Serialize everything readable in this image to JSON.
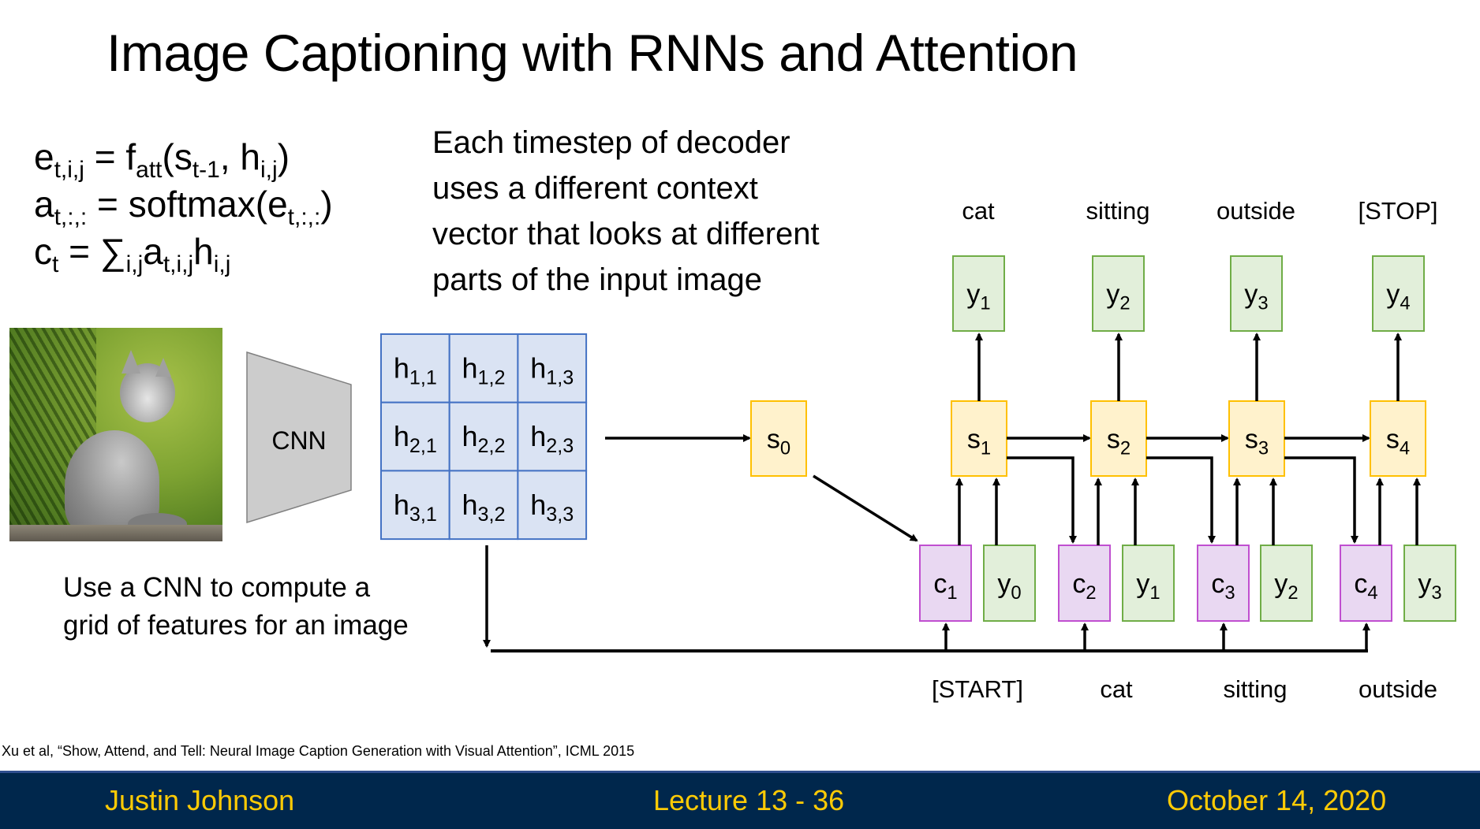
{
  "slide": {
    "title": "Image Captioning with RNNs and Attention",
    "equations": [
      {
        "lhs": "e",
        "lhs_sub": "t,i,j",
        "parts": [
          " = f",
          "att",
          "(s",
          "t-1",
          ", h",
          "i,j",
          ")"
        ]
      },
      {
        "lhs": "a",
        "lhs_sub": "t,:,:",
        "parts": [
          " = softmax(e",
          "t,:,:",
          ")"
        ]
      },
      {
        "lhs": "c",
        "lhs_sub": "t",
        "parts": [
          " = ∑",
          "i,j",
          "a",
          "t,i,j",
          "h",
          "i,j"
        ]
      }
    ],
    "description_lines": [
      "Each timestep of decoder",
      "uses a different context",
      "vector that looks at different",
      "parts of the input image"
    ],
    "caption_lines": [
      "Use a CNN to compute a",
      "grid of features for an image"
    ],
    "citation": "Xu et al, “Show, Attend, and Tell: Neural Image Caption Generation with Visual Attention”, ICML 2015"
  },
  "diagram": {
    "cnn_label": "CNN",
    "grid_cells": [
      [
        {
          "v": "h",
          "s": "1,1"
        },
        {
          "v": "h",
          "s": "1,2"
        },
        {
          "v": "h",
          "s": "1,3"
        }
      ],
      [
        {
          "v": "h",
          "s": "2,1"
        },
        {
          "v": "h",
          "s": "2,2"
        },
        {
          "v": "h",
          "s": "2,3"
        }
      ],
      [
        {
          "v": "h",
          "s": "3,1"
        },
        {
          "v": "h",
          "s": "3,2"
        },
        {
          "v": "h",
          "s": "3,3"
        }
      ]
    ],
    "initial_state": {
      "v": "s",
      "s": "0"
    },
    "states": [
      {
        "v": "s",
        "s": "1"
      },
      {
        "v": "s",
        "s": "2"
      },
      {
        "v": "s",
        "s": "3"
      },
      {
        "v": "s",
        "s": "4"
      }
    ],
    "outputs": [
      {
        "v": "y",
        "s": "1"
      },
      {
        "v": "y",
        "s": "2"
      },
      {
        "v": "y",
        "s": "3"
      },
      {
        "v": "y",
        "s": "4"
      }
    ],
    "contexts": [
      {
        "v": "c",
        "s": "1"
      },
      {
        "v": "c",
        "s": "2"
      },
      {
        "v": "c",
        "s": "3"
      },
      {
        "v": "c",
        "s": "4"
      }
    ],
    "inputs": [
      {
        "v": "y",
        "s": "0"
      },
      {
        "v": "y",
        "s": "1"
      },
      {
        "v": "y",
        "s": "2"
      },
      {
        "v": "y",
        "s": "3"
      }
    ],
    "output_words": [
      "cat",
      "sitting",
      "outside",
      "[STOP]"
    ],
    "input_words": [
      "[START]",
      "cat",
      "sitting",
      "outside"
    ],
    "colors": {
      "grid_fill": "#DAE3F3",
      "grid_stroke": "#4472C4",
      "state_fill": "#FFF2CC",
      "state_stroke": "#FFC000",
      "output_fill": "#E2EFDA",
      "output_stroke": "#70AD47",
      "context_fill": "#E9D8F2",
      "context_stroke": "#C04FD0",
      "cnn_fill": "#CCCCCC",
      "cnn_stroke": "#808080"
    }
  },
  "footer": {
    "author": "Justin Johnson",
    "lecture": "Lecture 13 - 36",
    "date": "October 14, 2020"
  }
}
